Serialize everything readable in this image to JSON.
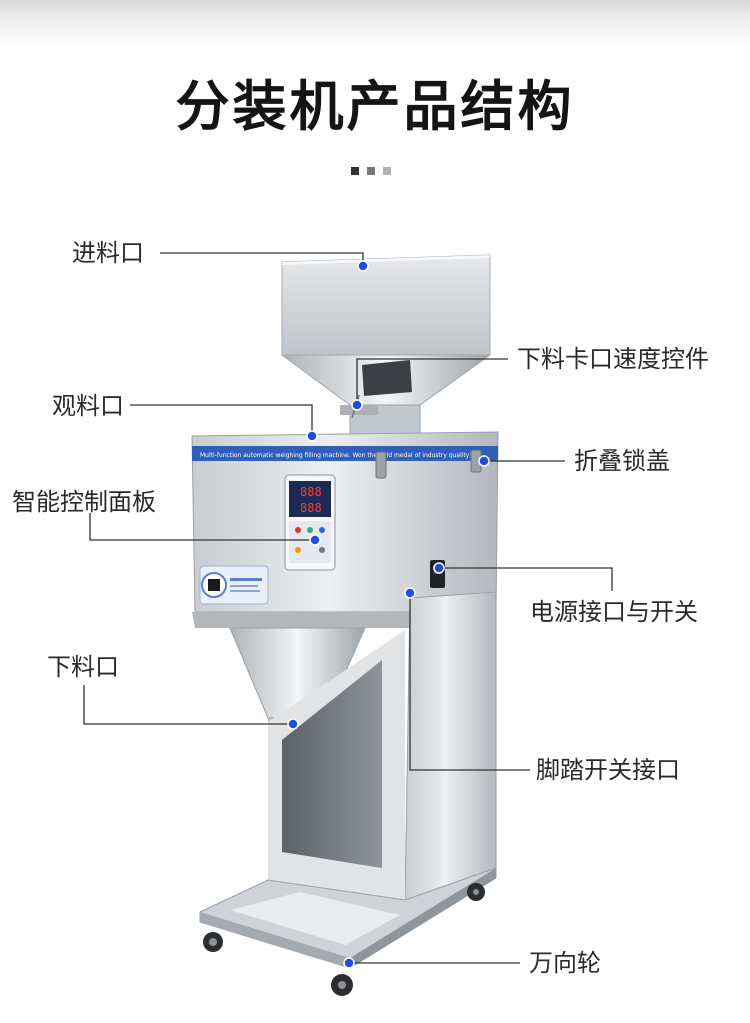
{
  "title": "分装机产品结构",
  "colors": {
    "title": "#141414",
    "label": "#2a2a2a",
    "leader_line": "#333333",
    "marker": "#1f4fd8",
    "steel_light": "#e4e6e8",
    "steel_dark": "#9aa0a5",
    "panel_strip": "#2f5fb8"
  },
  "indicator_dots": [
    "#333333",
    "#777777",
    "#b3b3b3"
  ],
  "machine_texts": {
    "header_strip": "Multi-function automatic weighing filling machine. Won the gold medal of industry quality!",
    "display_top": "888",
    "display_bottom": "888"
  },
  "callouts": [
    {
      "id": "feed-inlet",
      "label": "进料口"
    },
    {
      "id": "feed-gate-speed-control",
      "label": "下料卡口速度控件"
    },
    {
      "id": "observation-port",
      "label": "观料口"
    },
    {
      "id": "folding-lock-cover",
      "label": "折叠锁盖"
    },
    {
      "id": "smart-control-panel",
      "label": "智能控制面板"
    },
    {
      "id": "power-socket-switch",
      "label": "电源接口与开关"
    },
    {
      "id": "discharge-outlet",
      "label": "下料口"
    },
    {
      "id": "foot-pedal-socket",
      "label": "脚踏开关接口"
    },
    {
      "id": "universal-wheel",
      "label": "万向轮"
    }
  ]
}
